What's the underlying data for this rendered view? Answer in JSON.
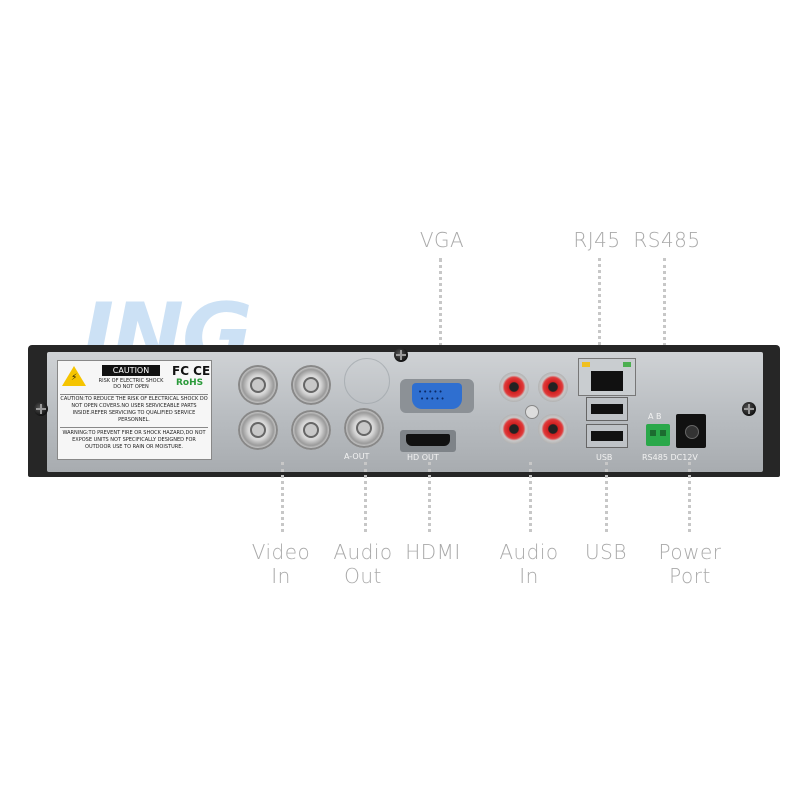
{
  "watermark": "ING",
  "top_labels": {
    "vga": "VGA",
    "rj45": "RJ45",
    "rs485": "RS485"
  },
  "bottom_labels": {
    "video_in_1": "Video",
    "video_in_2": "In",
    "audio_out_1": "Audio",
    "audio_out_2": "Out",
    "hdmi": "HDMI",
    "audio_in_1": "Audio",
    "audio_in_2": "In",
    "usb": "USB",
    "power_1": "Power",
    "power_2": "Port"
  },
  "warning_label": {
    "caution": "CAUTION",
    "risk_1": "RISK OF ELECTRIC SHOCK",
    "risk_2": "DO NOT OPEN",
    "fcc": "FC CE",
    "rohs": "RoHS",
    "caution_text": "CAUTION:TO REDUCE THE RISK OF ELECTRICAL SHOCK DO NOT OPEN COVERS.NO USER SERVICEABLE PARTS INSIDE.REFER SERVICING TO QUALIFIED SERVICE PERSONNEL.",
    "warning_text": "WARNING:TO PREVENT FIRE OR SHOCK HAZARD,DO NOT EXPOSE UNITS NOT SPECIFICALLY DESIGNED FOR OUTDOOR USE TO RAIN OR MOISTURE."
  },
  "silkscreen": {
    "audio_out": "A-OUT",
    "hdmi": "HD OUT",
    "usb": "USB",
    "rs485_dc": "RS485  DC12V",
    "ab": "A  B"
  },
  "colors": {
    "label_text": "#a9a9a9",
    "chassis": "#262626",
    "vga_blue": "#2f6fd0",
    "rca_red": "#d02020",
    "rs485_green": "#2aa84a"
  }
}
